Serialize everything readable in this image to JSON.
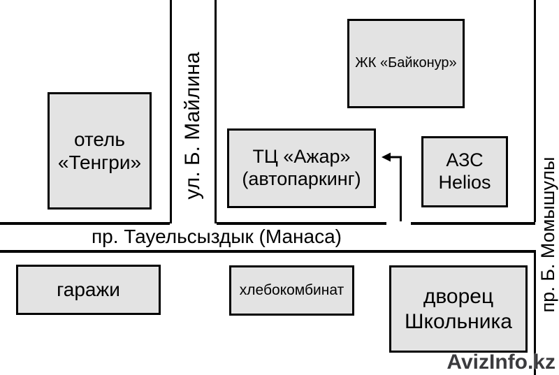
{
  "streets": {
    "mailina": {
      "label": "ул. Б. Майлина"
    },
    "tauelsyzdyk": {
      "label": "пр. Тауельсыздык (Манаса)"
    },
    "momyshuly": {
      "label": "пр. Б. Момышулы"
    }
  },
  "buildings": {
    "tengri": {
      "line1": "отель",
      "line2": "«Тенгри»"
    },
    "baikonur": {
      "line1": "ЖК «Байконур»"
    },
    "azhar": {
      "line1": "ТЦ «Ажар»",
      "line2": "(автопаркинг)"
    },
    "azs_helios": {
      "line1": "АЗС",
      "line2": "Helios"
    },
    "garages": {
      "line1": "гаражи"
    },
    "bread_factory": {
      "line1": "хлебокомбинат"
    },
    "palace": {
      "line1": "дворец",
      "line2": "Школьника"
    }
  },
  "icons": {
    "entrance_arrow": "left-arrow-icon"
  },
  "watermark": {
    "text": "AvizInfo.kz",
    "color": "#3b3b3e"
  },
  "colors": {
    "background": "#ffffff",
    "building_fill": "#e3e3e3",
    "line": "#000000"
  }
}
